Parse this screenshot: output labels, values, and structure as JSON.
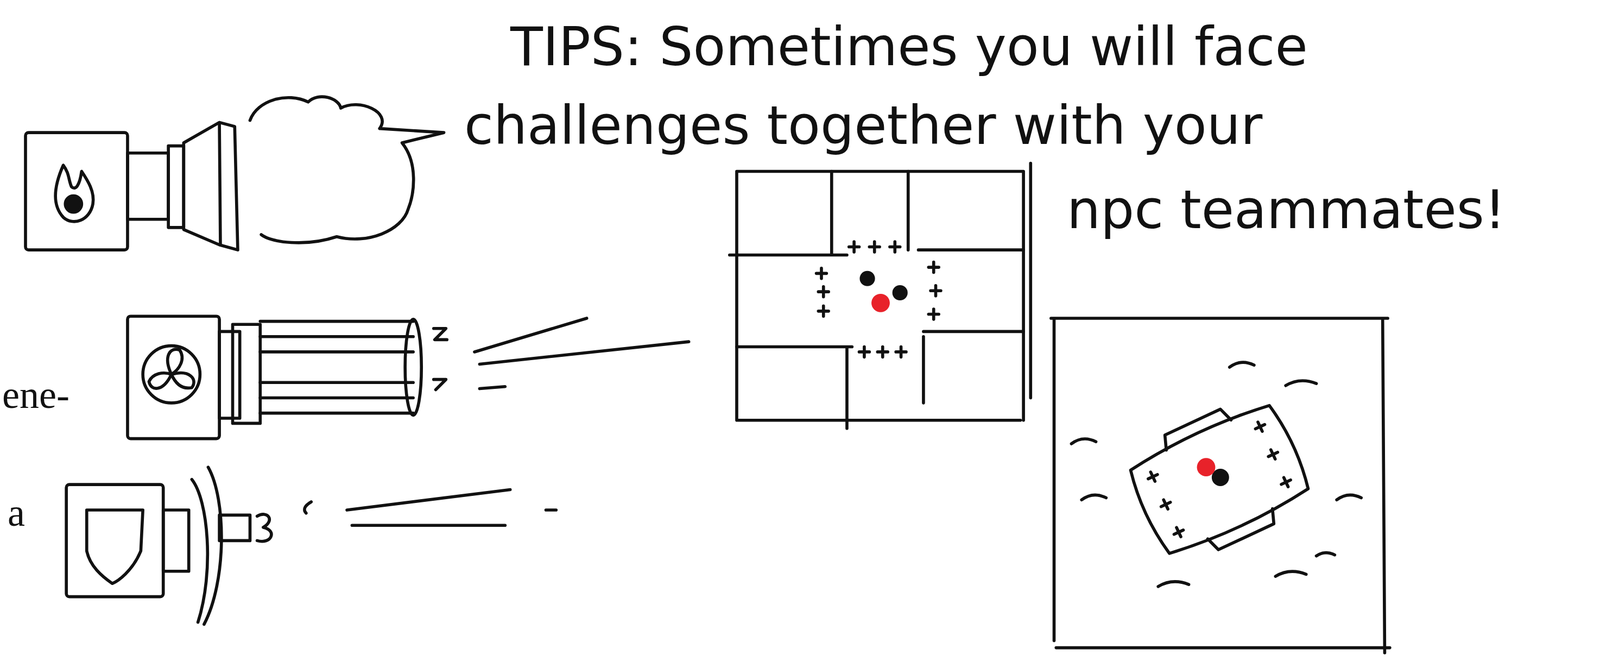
{
  "diagram": {
    "labels": [
      "TIPS: Sometimes you will face challenges together with your npc teammates!",
      "ene-",
      "a"
    ]
  }
}
